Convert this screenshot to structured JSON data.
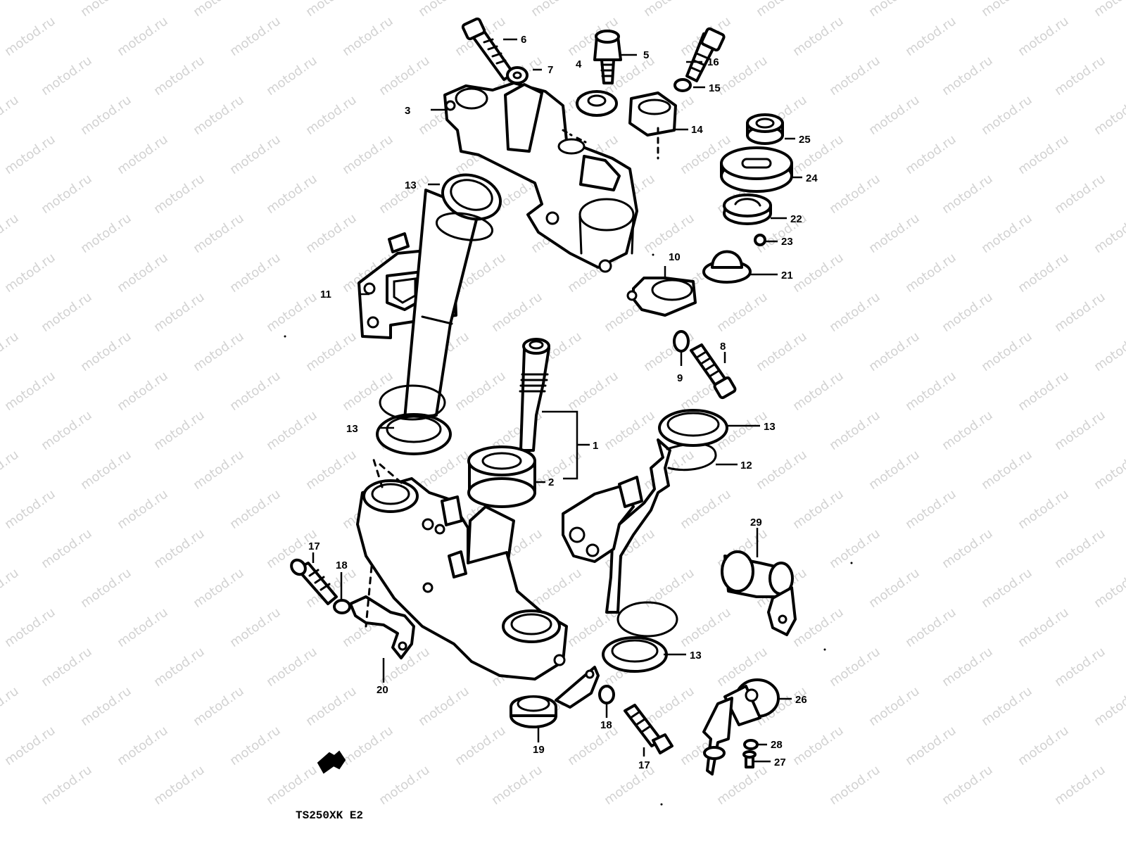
{
  "watermark_text": "motod.ru",
  "model_code": "TS250XK E2",
  "callouts": [
    "1",
    "2",
    "3",
    "4",
    "5",
    "6",
    "7",
    "8",
    "9",
    "10",
    "11",
    "12",
    "13",
    "14",
    "15",
    "16",
    "17",
    "18",
    "19",
    "20",
    "21",
    "22",
    "23",
    "24",
    "25",
    "26",
    "27",
    "28",
    "29"
  ],
  "extra_callouts": {
    "c13b": "13",
    "c13c": "13",
    "c13d": "13",
    "c17b": "17",
    "c18b": "18"
  },
  "colors": {
    "line": "#000000",
    "watermark": "#d2d2d2",
    "background": "#ffffff"
  },
  "front_marker_icon": "arrow-left-icon"
}
